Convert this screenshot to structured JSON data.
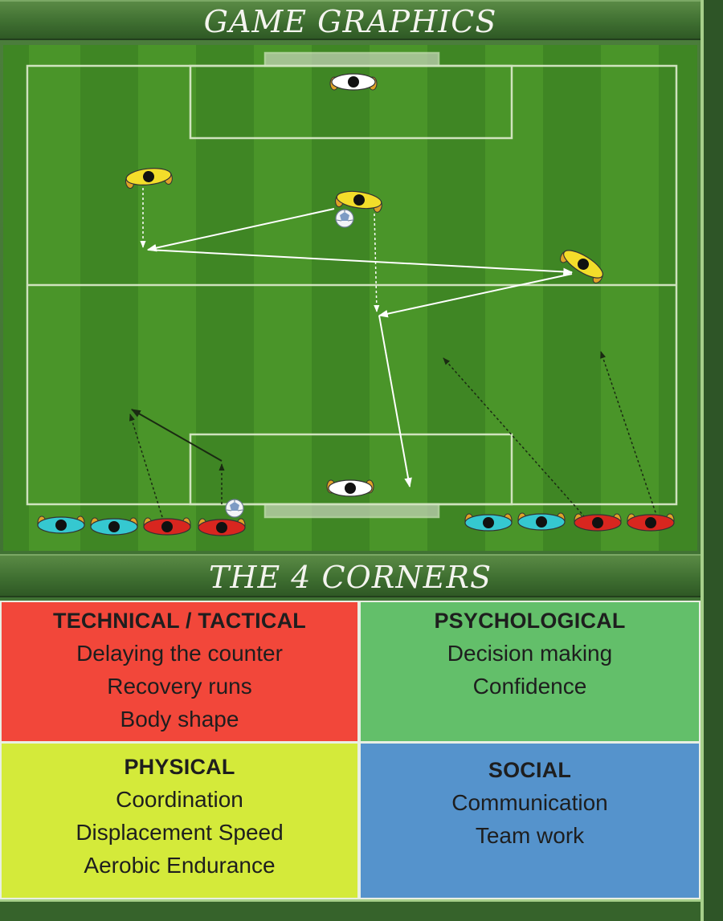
{
  "header": {
    "title": "GAME GRAPHICS"
  },
  "section": {
    "title": "THE 4 CORNERS"
  },
  "corners": {
    "technical": {
      "title": "TECHNICAL / TACTICAL",
      "items": [
        "Delaying the counter",
        "Recovery runs",
        "Body shape"
      ],
      "color": "#f2473a"
    },
    "psychological": {
      "title": "PSYCHOLOGICAL",
      "items": [
        "Decision making",
        "Confidence"
      ],
      "color": "#63bf6a"
    },
    "physical": {
      "title": "PHYSICAL",
      "items": [
        "Coordination",
        "Displacement Speed",
        "Aerobic Endurance"
      ],
      "color": "#d4ea3a"
    },
    "social": {
      "title": "SOCIAL",
      "items": [
        "Communication",
        "Team work"
      ],
      "color": "#5593cc"
    }
  },
  "colors": {
    "pitch_light": "#4f9a2c",
    "pitch_dark": "#3f8624",
    "team_yellow": "#f3dd2a",
    "team_cyan": "#35c8d0",
    "team_red": "#d8261f",
    "goalkeeper": "#ffffff"
  }
}
